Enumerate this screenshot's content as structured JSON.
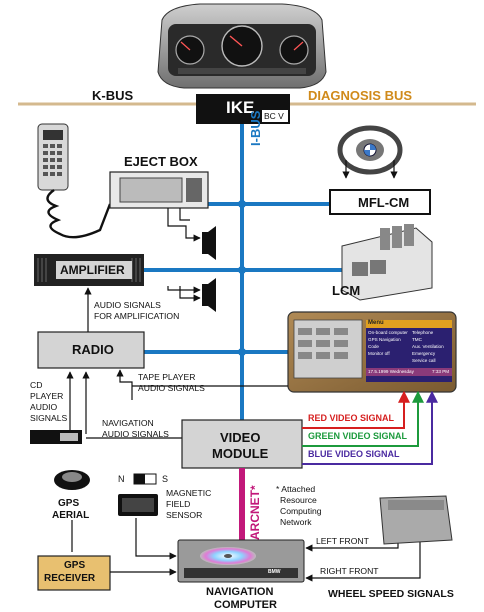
{
  "buses": {
    "kbus": "K-BUS",
    "diagnosis": "DIAGNOSIS BUS",
    "ibus": "I-BUS",
    "arcnet": "ARCNET*"
  },
  "ike": {
    "title": "IKE",
    "sub": "BC V"
  },
  "modules": {
    "eject_box": "EJECT BOX",
    "mfl_cm": "MFL-CM",
    "amplifier": "AMPLIFIER",
    "lcm": "LCM",
    "radio": "RADIO",
    "video_module_1": "VIDEO",
    "video_module_2": "MODULE",
    "gps_aerial_1": "GPS",
    "gps_aerial_2": "AERIAL",
    "gps_receiver_1": "GPS",
    "gps_receiver_2": "RECEIVER",
    "nav_computer_1": "NAVIGATION",
    "nav_computer_2": "COMPUTER"
  },
  "signals": {
    "audio_amp_1": "AUDIO SIGNALS",
    "audio_amp_2": "FOR AMPLIFICATION",
    "tape_1": "TAPE PLAYER",
    "tape_2": "AUDIO SIGNALS",
    "cd_1": "CD",
    "cd_2": "PLAYER",
    "cd_3": "AUDIO",
    "cd_4": "SIGNALS",
    "nav_audio_1": "NAVIGATION",
    "nav_audio_2": "AUDIO SIGNALS",
    "red_video": "RED VIDEO SIGNAL",
    "green_video": "GREEN VIDEO SIGNAL",
    "blue_video": "BLUE VIDEO SIGNAL",
    "mag_1": "MAGNETIC",
    "mag_2": "FIELD",
    "mag_3": "SENSOR",
    "ns_n": "N",
    "ns_s": "S",
    "arc_note_1": "* Attached",
    "arc_note_2": "Resource",
    "arc_note_3": "Computing",
    "arc_note_4": "Network",
    "left_front": "LEFT FRONT",
    "right_front": "RIGHT FRONT",
    "wheel_speed": "WHEEL SPEED SIGNALS"
  },
  "monitor_menu": {
    "title": "Menu",
    "items_left": [
      "On-board computer",
      "GPS Navigation",
      "Code",
      "Monitor off"
    ],
    "items_right": [
      "Telephone",
      "TMC",
      "Aux. Ventilation",
      "Emergency",
      "Service call"
    ],
    "status_left": "17.5.1999 Wednesday",
    "status_right": "7:33 PM"
  },
  "nav_unit": {
    "brand": "BMW"
  },
  "colors": {
    "ibus_blue": "#1a78c2",
    "kbus_tan": "#d4b98e",
    "arcnet_magenta": "#c2187a",
    "red_signal": "#d61f1f",
    "green_signal": "#1c9a3c",
    "blue_signal": "#4a2aa0",
    "module_gray": "#d4d4d4"
  }
}
